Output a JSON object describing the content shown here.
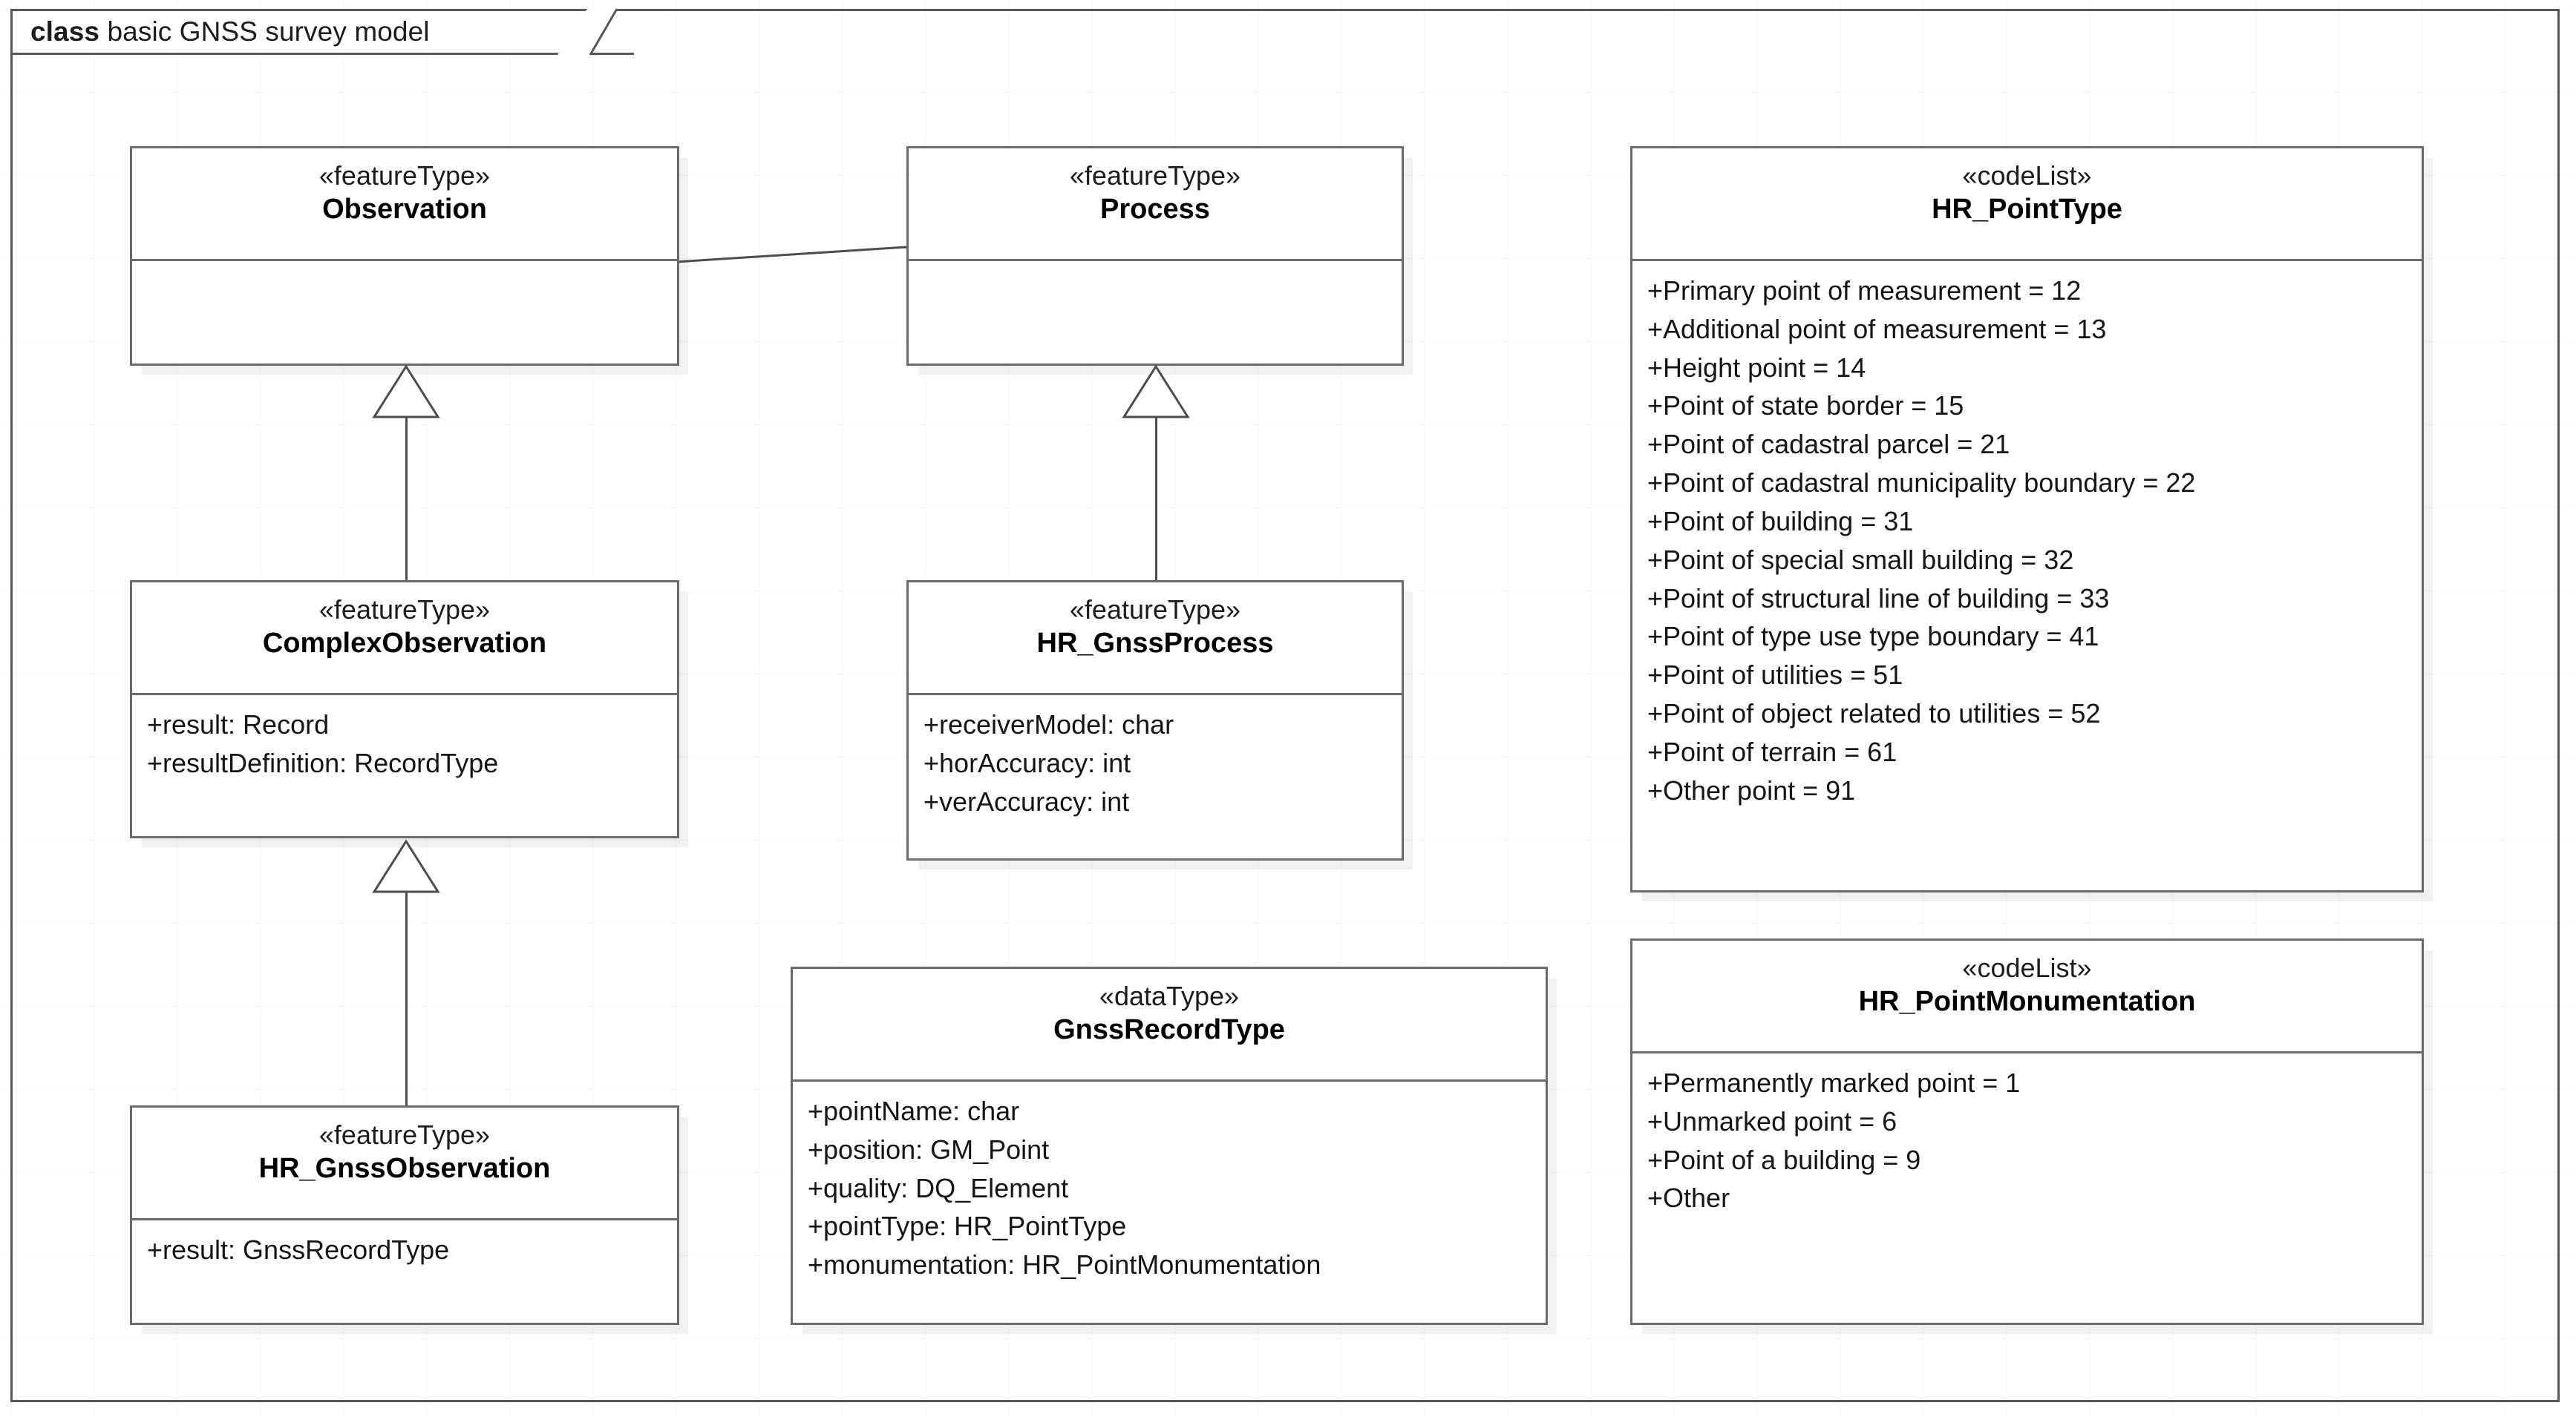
{
  "diagram": {
    "kind_label": "class",
    "title": "basic GNSS survey model"
  },
  "classes": {
    "observation": {
      "stereotype": "«featureType»",
      "name": "Observation",
      "attributes": []
    },
    "process": {
      "stereotype": "«featureType»",
      "name": "Process",
      "attributes": []
    },
    "complex_observation": {
      "stereotype": "«featureType»",
      "name": "ComplexObservation",
      "attributes": [
        "+result: Record",
        "+resultDefinition: RecordType"
      ]
    },
    "hr_gnss_process": {
      "stereotype": "«featureType»",
      "name": "HR_GnssProcess",
      "attributes": [
        "+receiverModel: char",
        "+horAccuracy: int",
        "+verAccuracy: int"
      ]
    },
    "hr_gnss_observation": {
      "stereotype": "«featureType»",
      "name": "HR_GnssObservation",
      "attributes": [
        "+result: GnssRecordType"
      ]
    },
    "gnss_record_type": {
      "stereotype": "«dataType»",
      "name": "GnssRecordType",
      "attributes": [
        "+pointName: char",
        "+position: GM_Point",
        "+quality: DQ_Element",
        "+pointType: HR_PointType",
        "+monumentation: HR_PointMonumentation"
      ]
    },
    "hr_point_type": {
      "stereotype": "«codeList»",
      "name": "HR_PointType",
      "attributes": [
        "+Primary point of measurement = 12",
        "+Additional point of measurement = 13",
        "+Height point = 14",
        "+Point of state border = 15",
        "+Point of cadastral parcel = 21",
        "+Point of cadastral municipality boundary = 22",
        "+Point of building = 31",
        "+Point of special small building = 32",
        "+Point of structural line of building = 33",
        "+Point of type use type boundary = 41",
        "+Point of utilities = 51",
        "+Point of object related to utilities = 52",
        "+Point of terrain = 61",
        "+Other point = 91"
      ]
    },
    "hr_point_monumentation": {
      "stereotype": "«codeList»",
      "name": "HR_PointMonumentation",
      "attributes": [
        "+Permanently marked point = 1",
        "+Unmarked point = 6",
        "+Point of a building = 9",
        "+Other"
      ]
    }
  },
  "relationships": [
    {
      "type": "generalization",
      "from": "ComplexObservation",
      "to": "Observation"
    },
    {
      "type": "generalization",
      "from": "HR_GnssObservation",
      "to": "ComplexObservation"
    },
    {
      "type": "generalization",
      "from": "HR_GnssProcess",
      "to": "Process"
    },
    {
      "type": "association",
      "from": "Observation",
      "to": "Process"
    }
  ],
  "colors": {
    "border": "#6a6a6a",
    "connector": "#4d4d4d",
    "background": "#ffffff",
    "text": "#1c1c1c"
  }
}
